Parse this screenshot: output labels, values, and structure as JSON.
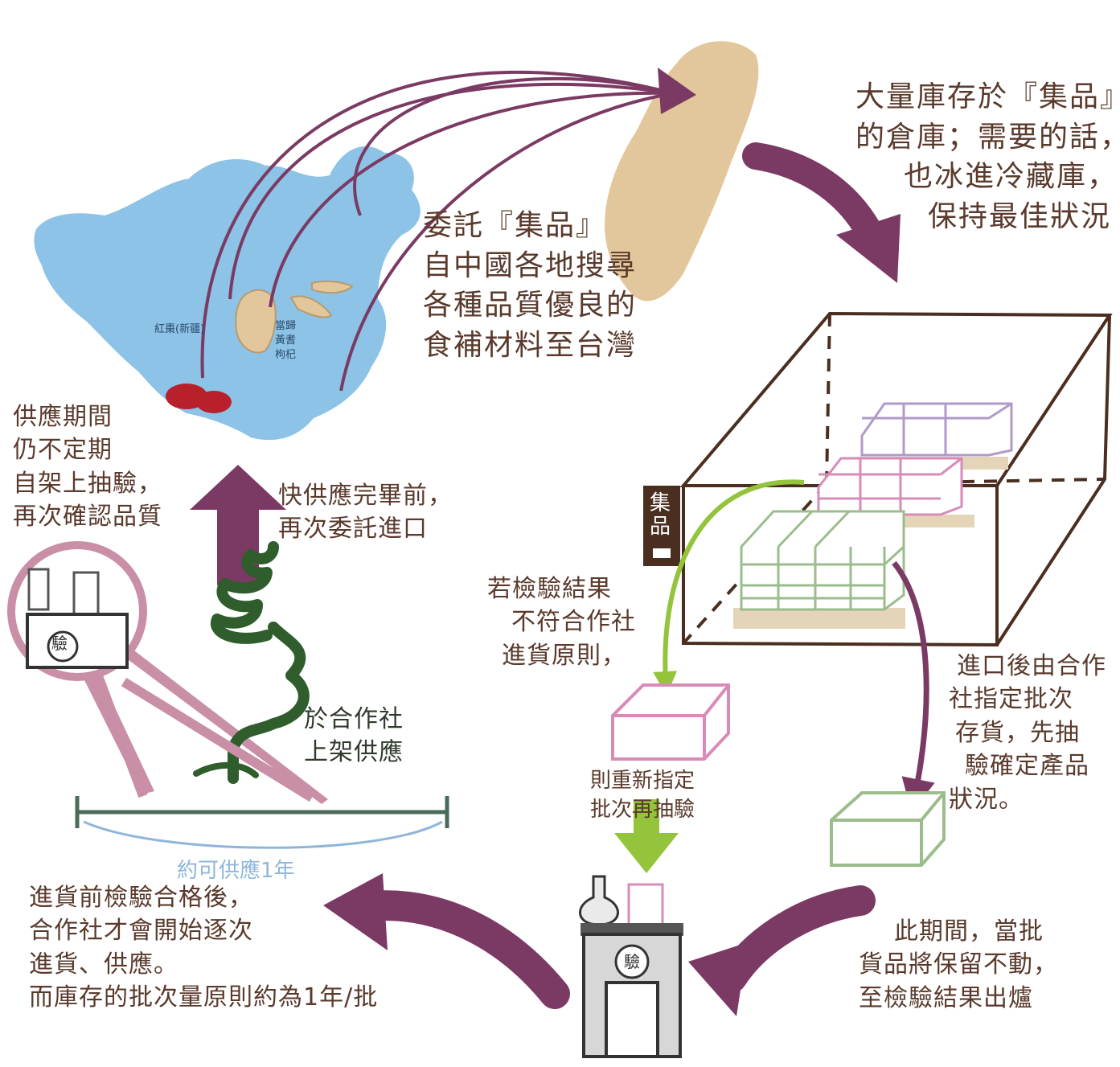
{
  "notes": {
    "warehouse": [
      "大量庫存於『集品』",
      "的倉庫；需要的話，",
      "也冰進冷藏庫，",
      "保持最佳狀況"
    ],
    "commission": [
      "委託『集品』",
      "自中國各地搜尋",
      "各種品質優良的",
      "食補材料至台灣"
    ],
    "supply_period": [
      "供應期間",
      "仍不定期",
      "自架上抽驗，",
      "再次確認品質"
    ],
    "reimport": [
      "快供應完畢前，",
      "再次委託進口"
    ],
    "shelf": [
      "於合作社",
      "上架供應"
    ],
    "one_year": "約可供應1年",
    "fail": [
      "若檢驗結果",
      "不符合作社",
      "進貨原則，"
    ],
    "reassign": [
      "則重新指定",
      "批次再抽驗"
    ],
    "import_batch": [
      "進口後由合作",
      "社指定批次",
      "存貨，先抽",
      "驗確定產品",
      "狀況。"
    ],
    "hold": [
      "此期間，當批",
      "貨品將保留不動，",
      "至檢驗結果出爐"
    ],
    "pass": [
      "進貨前檢驗合格後，",
      "合作社才會開始逐次",
      "進貨、供應。",
      "而庫存的批次量原則約為1年/批"
    ],
    "map_labels": [
      "紅棗(新疆)",
      "當歸",
      "黃耆",
      "枸杞"
    ],
    "warehouse_sign": [
      "集",
      "品"
    ],
    "inspect_stamp": "驗"
  },
  "colors": {
    "arrow_main": "#7b3a63",
    "arrow_green": "#93c43c",
    "china_map": "#8cc3e6",
    "taiwan_map": "#e3c79c",
    "red_dates": "#b8202b",
    "warehouse_frame": "#4a2e20",
    "tree": "#2f5d2c",
    "box_purple": "#b09ac9",
    "box_pink": "#d98bb8",
    "box_green": "#9bbd8c",
    "pallet": "#e5d5b8",
    "magnifier": "#c88fa6"
  },
  "icons": [
    "curved-arrow-icon",
    "up-arrow-icon",
    "flask-icon",
    "beaker-icon",
    "lab-building-icon",
    "tree-icon",
    "magnifier-icon",
    "stock-box-icon"
  ]
}
